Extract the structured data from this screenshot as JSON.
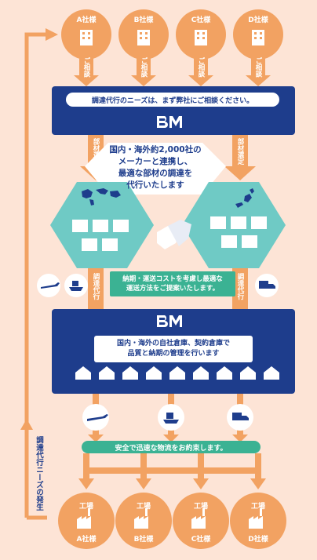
{
  "clients": [
    {
      "label": "A社様"
    },
    {
      "label": "B社様"
    },
    {
      "label": "C社様"
    },
    {
      "label": "D社様"
    }
  ],
  "consult_label": "ご相談",
  "top_banner": "調達代行のニーズは、まず弊社にご相談ください。",
  "logo": "BM",
  "parts_label": "部材選定",
  "center_message": [
    "国内・海外約2,000社の",
    "メーカーと連携し、",
    "最適な部材の調達を",
    "代行いたします"
  ],
  "procurement_label": "調達代行",
  "cost_message": [
    "納期・運送コストを考慮し最適な",
    "運送方法をご提案いたします。"
  ],
  "warehouse_message": [
    "国内・海外の自社倉庫、契約倉庫で",
    "品質と納期の管理を行います"
  ],
  "logistics_message": "安全で迅速な物流をお約束します。",
  "factories": [
    {
      "top": "工場",
      "label": "A社様"
    },
    {
      "top": "工場",
      "label": "B社様"
    },
    {
      "top": "工場",
      "label": "C社様"
    },
    {
      "top": "工場",
      "label": "D社様"
    }
  ],
  "needs_label": "調達代行ニーズの発生",
  "colors": {
    "orange": "#f2a262",
    "navy": "#1e3d8c",
    "teal": "#6fcac5",
    "green": "#3bb293",
    "bg": "#fde4d6"
  }
}
